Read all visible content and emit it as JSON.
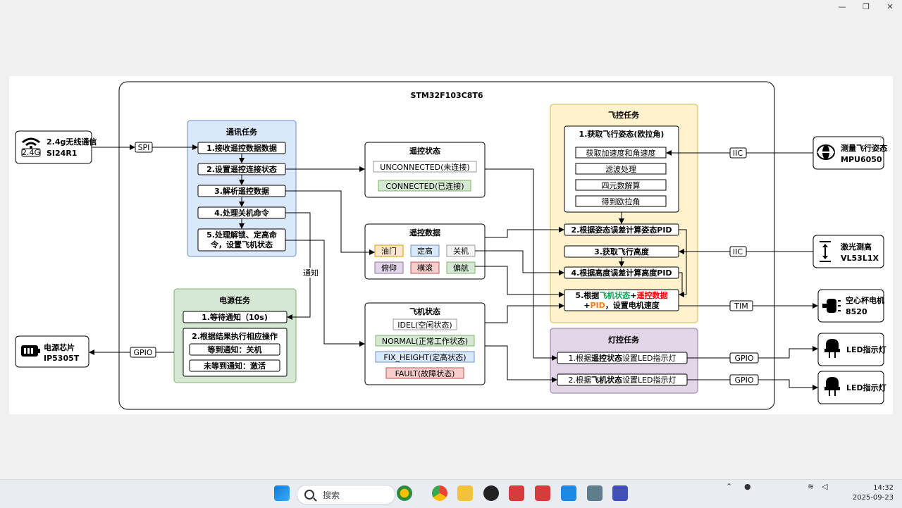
{
  "window": {
    "minimize_glyph": "—",
    "maximize_glyph": "❐",
    "close_glyph": "✕"
  },
  "diagram": {
    "mcu_title": "STM32F103C8T6",
    "comm": {
      "title": "通讯任务",
      "steps": [
        "1.接收遥控数据数据",
        "2.设置遥控连接状态",
        "3.解析遥控数据",
        "4.处理关机命令",
        "5.处理解锁、定高命",
        "令，设置飞机状态"
      ]
    },
    "power": {
      "title": "电源任务",
      "step1": "1.等待通知（10s)",
      "step2": "2.根据结果执行相应操作",
      "opt_a": "等到通知：关机",
      "opt_b": "未等到通知：激活"
    },
    "notify_label": "通知",
    "remote_state": {
      "title": "遥控状态",
      "items": [
        "UNCONNECTED(未连接)",
        "CONNECTED(已连接)"
      ]
    },
    "remote_data": {
      "title": "遥控数据",
      "items": [
        "油门",
        "定高",
        "关机",
        "俯仰",
        "横滚",
        "偏航"
      ]
    },
    "flight_state": {
      "title": "飞机状态",
      "items": [
        "IDEL(空闲状态)",
        "NORMAL(正常工作状态)",
        "FIX_HEIGHT(定高状态)",
        "FAULT(故障状态)"
      ]
    },
    "flight_ctrl": {
      "title": "飞控任务",
      "attitude_title": "1.获取飞行姿态(欧拉角)",
      "attitude_steps": [
        "获取加速度和角速度",
        "滤波处理",
        "四元数解算",
        "得到欧拉角"
      ],
      "step2": "2.根据姿态误差计算姿态PID",
      "step3": "3.获取飞行高度",
      "step4": "4.根据高度误差计算高度PID",
      "step5_prefix": "5.根据",
      "step5_flight": "飞机状态",
      "step5_plus": "+",
      "step5_remote": "遥控数据",
      "step5_plus2": "+",
      "step5_pid": "PID",
      "step5_suffix": "，设置电机速度"
    },
    "light_ctrl": {
      "title": "灯控任务",
      "step1_prefix": "1.根据",
      "step1_bold": "遥控状态",
      "step1_suffix": "设置LED指示灯",
      "step2_prefix": "2.根据",
      "step2_bold": "飞机状态",
      "step2_suffix": "设置LED指示灯"
    },
    "buses": {
      "spi": "SPI",
      "gpio_left": "GPIO",
      "iic1": "IIC",
      "iic2": "IIC",
      "tim": "TIM",
      "gpio1": "GPIO",
      "gpio2": "GPIO"
    },
    "devices": {
      "wireless_name": "2.4g无线通信",
      "wireless_model": "SI24R1",
      "wireless_badge": "2.4G",
      "power_name": "电源芯片",
      "power_model": "IP5305T",
      "imu_name": "测量飞行姿态",
      "imu_model": "MPU6050",
      "laser_name": "激光测高",
      "laser_model": "VL53L1X",
      "motor_name": "空心杯电机",
      "motor_model": "8520",
      "led1_name": "LED指示灯",
      "led2_name": "LED指示灯"
    }
  },
  "taskbar": {
    "search_placeholder": "搜索",
    "time": "14:32",
    "date": "2025-09-23"
  },
  "colors": {
    "blue_fill": "#dae8fc",
    "green_fill": "#d5e8d4",
    "yellow_fill": "#fff2cc",
    "purple_fill": "#e1d5e7",
    "red_text": "#ff0000",
    "green_text": "#00a650",
    "orange_text": "#ff8000"
  }
}
